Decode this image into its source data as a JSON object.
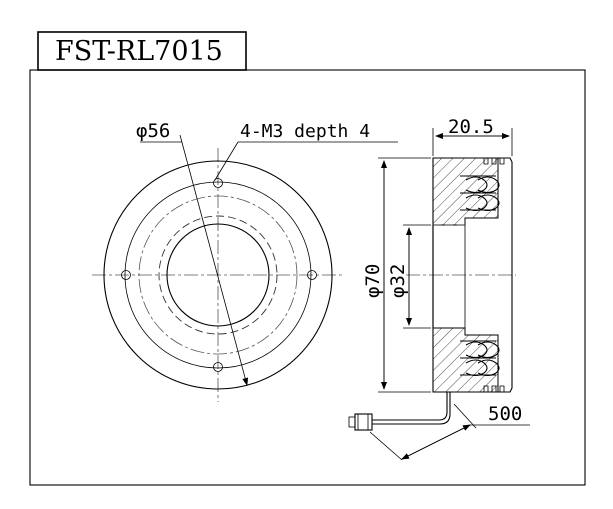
{
  "title": "FST-RL7015",
  "dimensions": {
    "pcd": "φ56",
    "holes": "4-M3 depth 4",
    "width": "20.5",
    "outer_dia": "φ70",
    "inner_dia": "φ32",
    "cable_len": "500"
  }
}
